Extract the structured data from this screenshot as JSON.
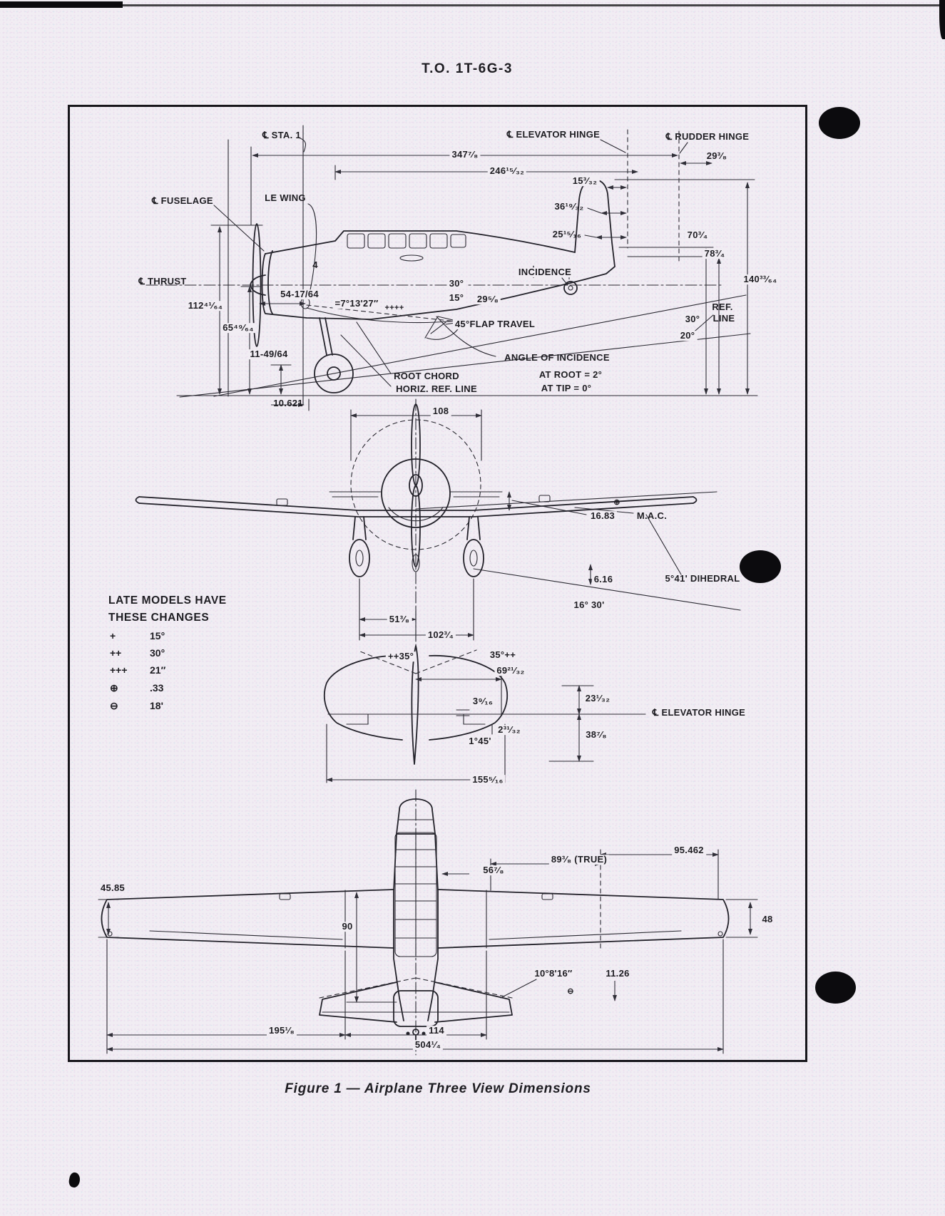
{
  "page": {
    "header": "T.O. 1T-6G-3",
    "caption": "Figure 1 — Airplane Three View Dimensions"
  },
  "colors": {
    "paper": "#f1edf3",
    "ink": "#1e1d22"
  },
  "side_view": {
    "cl_sta_1": "℄ STA. 1",
    "cl_elevator_hinge": "℄ ELEVATOR HINGE",
    "cl_rudder_hinge": "℄ RUDDER HINGE",
    "dim_347_7_8": "347⁷⁄₈",
    "dim_246_15_32": "246¹⁵⁄₃₂",
    "dim_29_3_8": "29³⁄₈",
    "dim_15_3_32": "15³⁄₃₂",
    "cl_fuselage": "℄ FUSELAGE",
    "le_wing": "LE WING",
    "dim_36_19_32": "36¹⁹⁄₃₂",
    "dim_25_15_16": "25¹⁵⁄₁₆",
    "dim_70_3_4": "70³⁄₄",
    "dim_78_3_4": "78³⁄₄",
    "cl_thrust": "℄ THRUST",
    "dim_4": "4",
    "incidence": "INCIDENCE",
    "dim_140_33_64": "140³³⁄₆₄",
    "deg_30_windshield": "30°",
    "dim_112_41_64": "112⁴¹⁄₆₄",
    "dim_54_17_64": "54-17/64",
    "deg_15": "15°",
    "dim_29_5_8": "29⁵⁄₈",
    "thrust_angle": "=7°13'27″",
    "thrust_angle_marks": "++++",
    "dim_65_49_64": "65⁴⁹⁄₆₄",
    "flap_travel": "45°FLAP TRAVEL",
    "ref_line_1": "REF.",
    "ref_line_2": "LINE",
    "deg_30_tail": "30°",
    "deg_20": "20°",
    "dim_11_49_64": "11-49/64",
    "aoi_title": "ANGLE OF INCIDENCE",
    "aoi_root": "AT ROOT = 2°",
    "aoi_tip": "AT TIP = 0°",
    "root_chord": "ROOT CHORD",
    "horiz_ref_line": "HORIZ. REF. LINE",
    "dim_10_621": "10.621"
  },
  "front_view": {
    "dim_108": "108",
    "mac_symbol": "⊕",
    "dim_16_83": "16.83",
    "mac": "M.A.C.",
    "dim_6_16": "6.16",
    "dihedral": "5°41' DIHEDRAL",
    "deg_16_30": "16° 30'",
    "dim_51_3_8": "51³⁄₈",
    "dim_102_3_4": "102³⁄₄"
  },
  "legend": {
    "title_1": "LATE MODELS HAVE",
    "title_2": "THESE CHANGES",
    "items": [
      {
        "symbol": "+",
        "value": "15°"
      },
      {
        "symbol": "++",
        "value": "30°"
      },
      {
        "symbol": "+++",
        "value": "21″"
      },
      {
        "symbol": "⊕",
        "value": ".33"
      },
      {
        "symbol": "⊖",
        "value": "18'"
      }
    ]
  },
  "tail_view": {
    "deg_35_left": "++35°",
    "deg_35_right": "35°++",
    "dim_69_21_32": "69²¹⁄₃₂",
    "dim_23_1_32": "23¹⁄₃₂",
    "cl_elevator_hinge": "℄ ELEVATOR HINGE",
    "dim_3_9_16": "3⁹⁄₁₆",
    "dim_38_7_8": "38⁷⁄₈",
    "deg_1_45": "1°45'",
    "dim_2_31_32": "2³¹⁄₃₂",
    "dim_155_5_16": "155⁵⁄₁₆"
  },
  "plan_view": {
    "dim_89_3_8": "89³⁄₈ (TRUE)",
    "dim_95_462": "95.462",
    "dim_56_7_8": "56⁷⁄₈",
    "dim_45_85": "45.85",
    "dim_48": "48",
    "dim_90": "90",
    "stab_sweep": "10°8'16″",
    "dim_11_26": "11.26",
    "late_symbol": "⊖",
    "dim_195_1_8": "195¹⁄₈",
    "dim_114": "114",
    "dim_504_1_4": "504¹⁄₄"
  }
}
